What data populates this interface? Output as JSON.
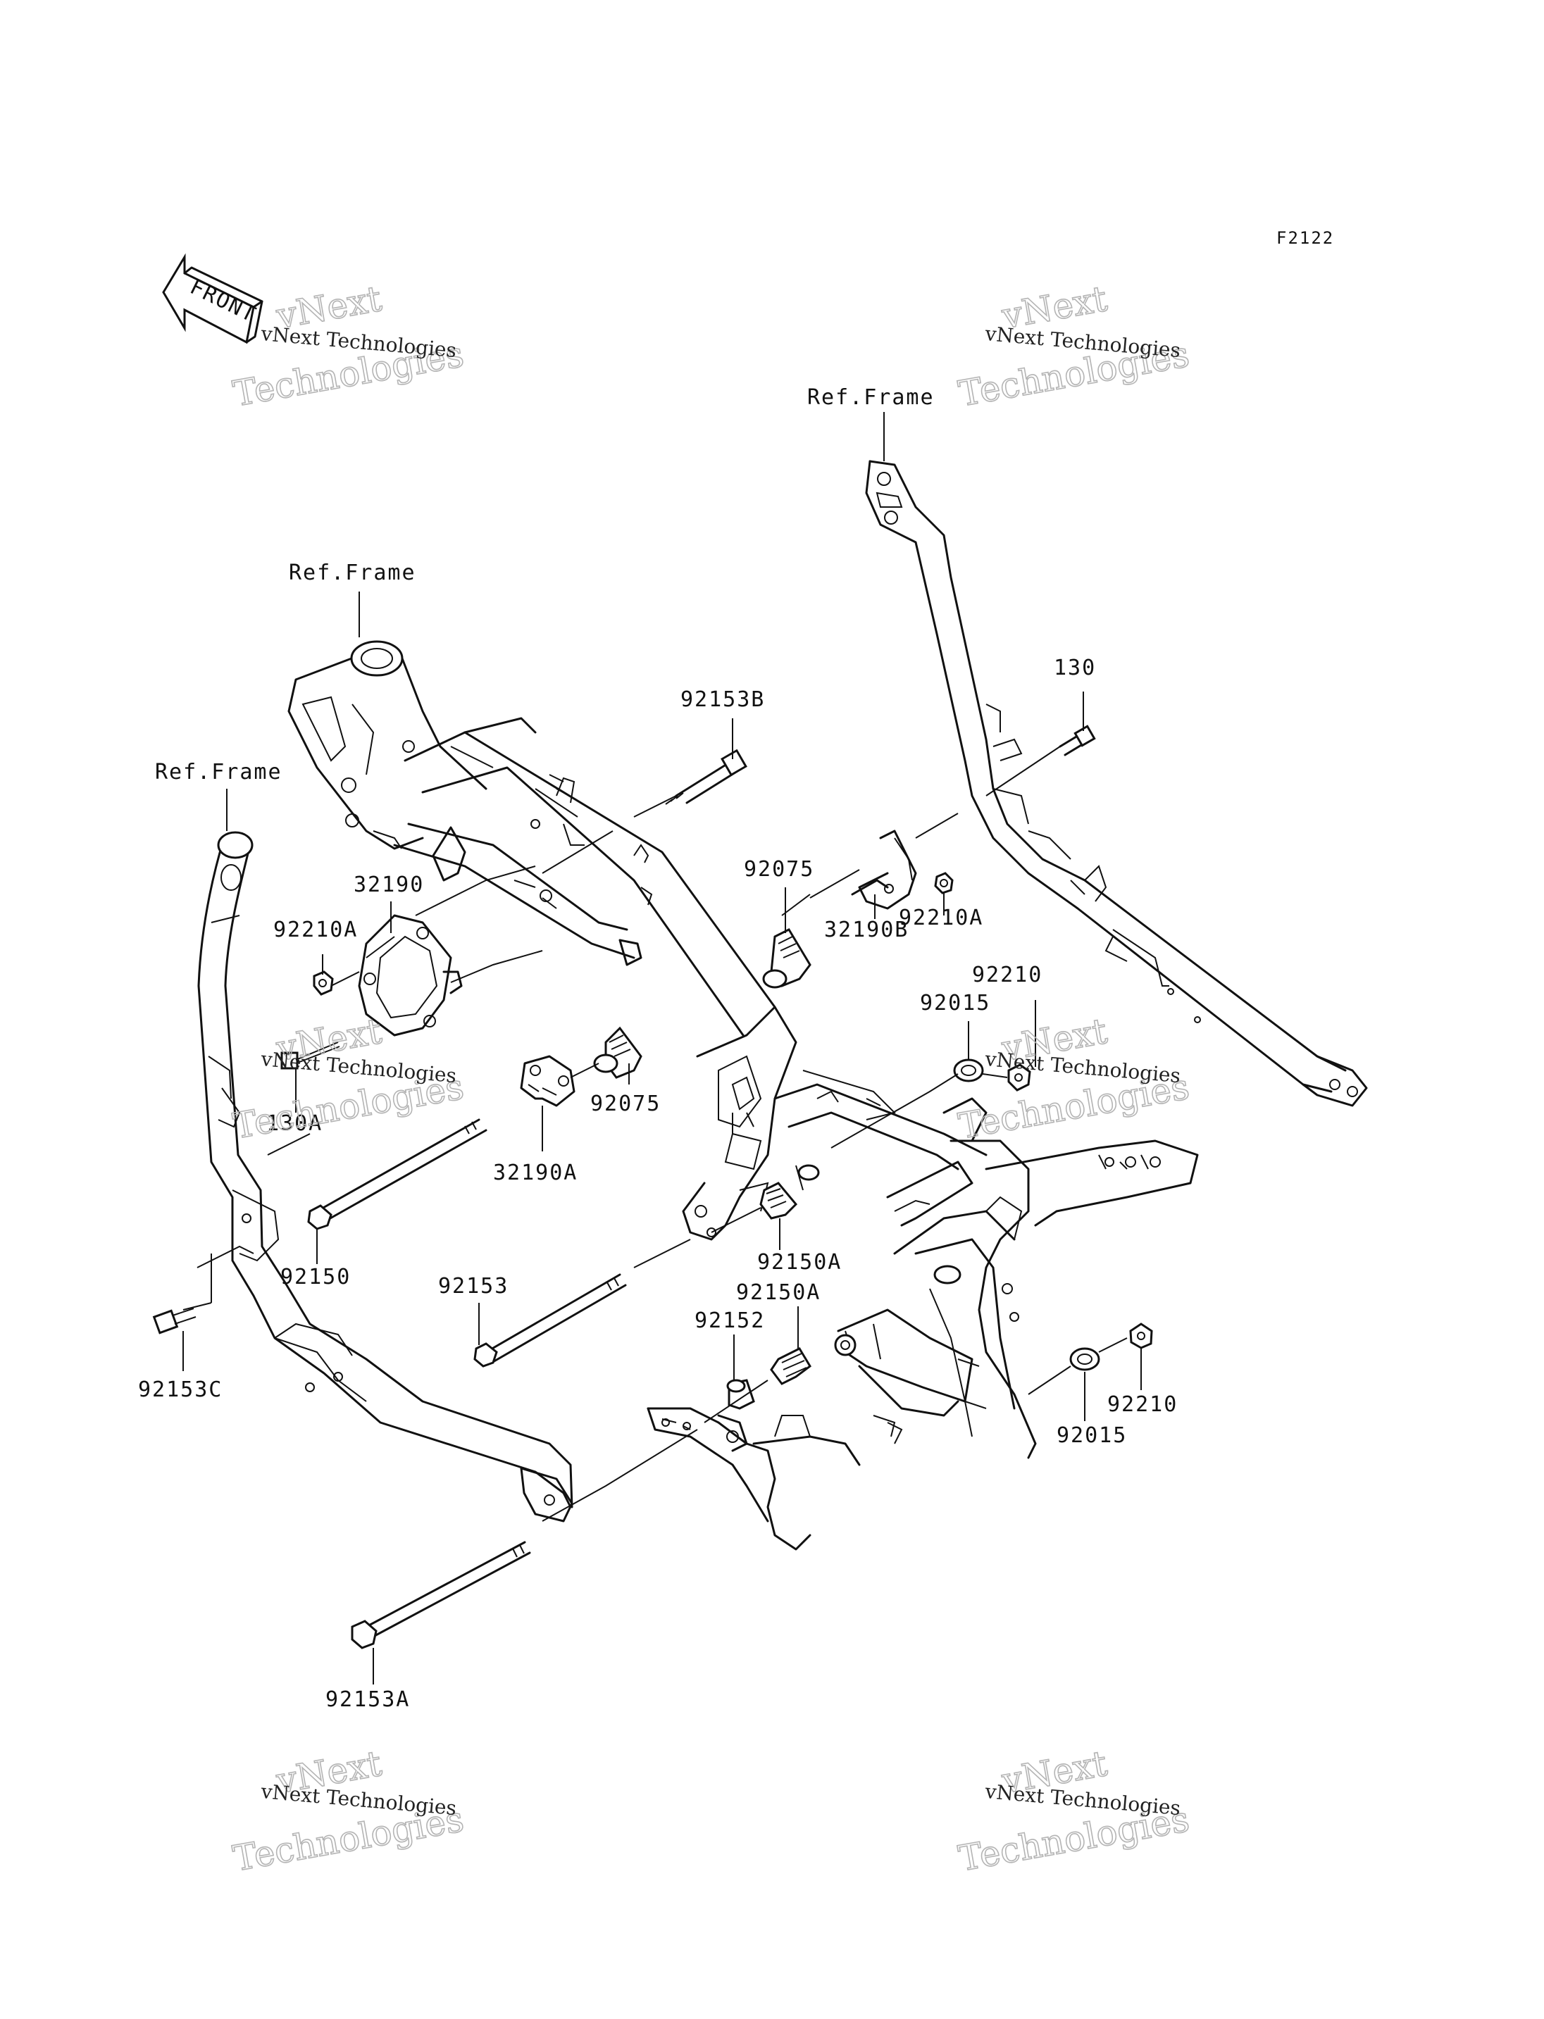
{
  "figure_code": "F2122",
  "front_arrow": {
    "text": "FRONT"
  },
  "reference_labels": [
    "Ref.Frame",
    "Ref.Frame",
    "Ref.Frame"
  ],
  "parts": {
    "p92153B": "92153B",
    "p130": "130",
    "p32190": "32190",
    "p92210A_left": "92210A",
    "p130A": "130A",
    "p92075_left": "92075",
    "p92075_right": "92075",
    "p32190B": "32190B",
    "p92210A_right": "92210A",
    "p92210_top": "92210",
    "p92015_top": "92015",
    "p32190A": "32190A",
    "p92150": "92150",
    "p92150A_upper": "92150A",
    "p92150A_lower": "92150A",
    "p92153": "92153",
    "p92152": "92152",
    "p92153C": "92153C",
    "p92210_bottom": "92210",
    "p92015_bottom": "92015",
    "p92153A": "92153A"
  },
  "watermarks": {
    "small": "vNext Technologies",
    "big_top": "vNext",
    "big_bottom": "Technologies"
  }
}
